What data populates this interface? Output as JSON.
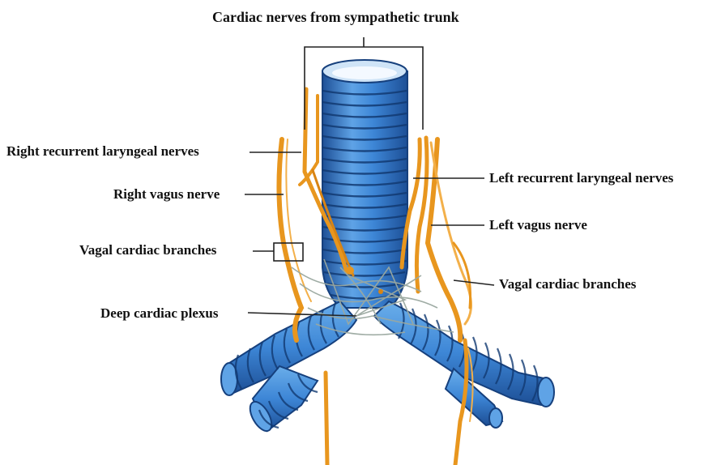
{
  "labels": {
    "top": "Cardiac nerves from sympathetic trunk",
    "right_recurrent": "Right recurrent laryngeal nerves",
    "right_vagus": "Right vagus nerve",
    "vagal_left_side": "Vagal cardiac branches",
    "deep_plexus": "Deep cardiac plexus",
    "left_recurrent": "Left recurrent laryngeal nerves",
    "left_vagus": "Left vagus nerve",
    "vagal_right_side": "Vagal cardiac branches"
  },
  "colors": {
    "trachea": "#3d86d6",
    "trachea_dark": "#1d4f96",
    "trachea_light": "#7fb8ee",
    "nerve": "#e8961e",
    "nerve_dark": "#b86a0c",
    "plexus": "#9aa8a0",
    "leader": "#222222",
    "text": "#111111"
  }
}
